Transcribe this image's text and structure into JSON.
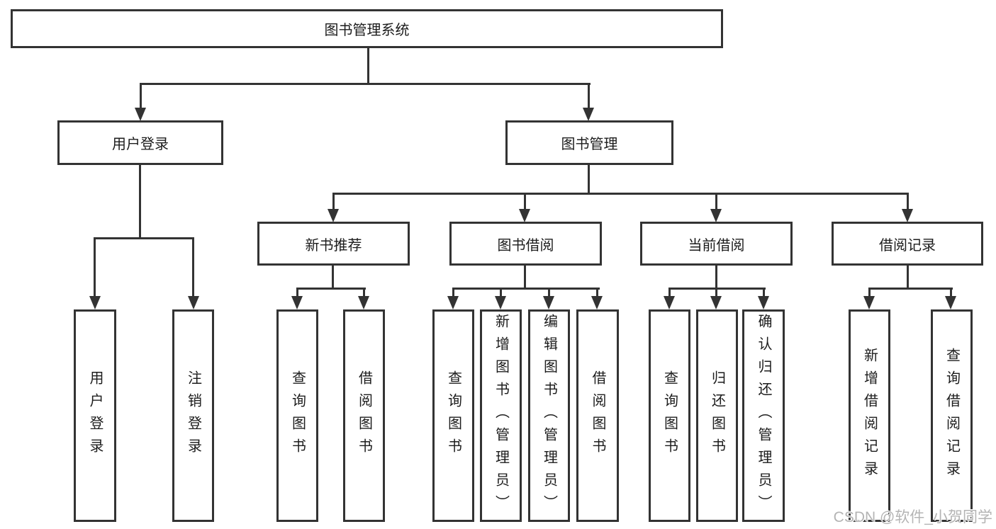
{
  "diagram_title": "图书管理系统",
  "tree": {
    "root": {
      "label": "图书管理系统",
      "children": [
        {
          "label": "用户登录",
          "children": [
            {
              "label": "用户登录"
            },
            {
              "label": "注销登录"
            }
          ]
        },
        {
          "label": "图书管理",
          "children": [
            {
              "label": "新书推荐",
              "children": [
                {
                  "label": "查询图书"
                },
                {
                  "label": "借阅图书"
                }
              ]
            },
            {
              "label": "图书借阅",
              "children": [
                {
                  "label": "查询图书"
                },
                {
                  "label": "新增图书（管理员）"
                },
                {
                  "label": "编辑图书（管理员）"
                },
                {
                  "label": "借阅图书"
                }
              ]
            },
            {
              "label": "当前借阅",
              "children": [
                {
                  "label": "查询图书"
                },
                {
                  "label": "归还图书"
                },
                {
                  "label": "确认归还（管理员）"
                }
              ]
            },
            {
              "label": "借阅记录",
              "children": [
                {
                  "label": "新增借阅记录"
                },
                {
                  "label": "查询借阅记录"
                }
              ]
            }
          ]
        }
      ]
    }
  },
  "watermark": {
    "text": "CSDN @软件_小贺同学"
  },
  "colors": {
    "background": "#ffffff",
    "box_border": "#333333",
    "connector_line": "#333333",
    "text": "#1c1c1c",
    "watermark": "#b4b4b4"
  }
}
